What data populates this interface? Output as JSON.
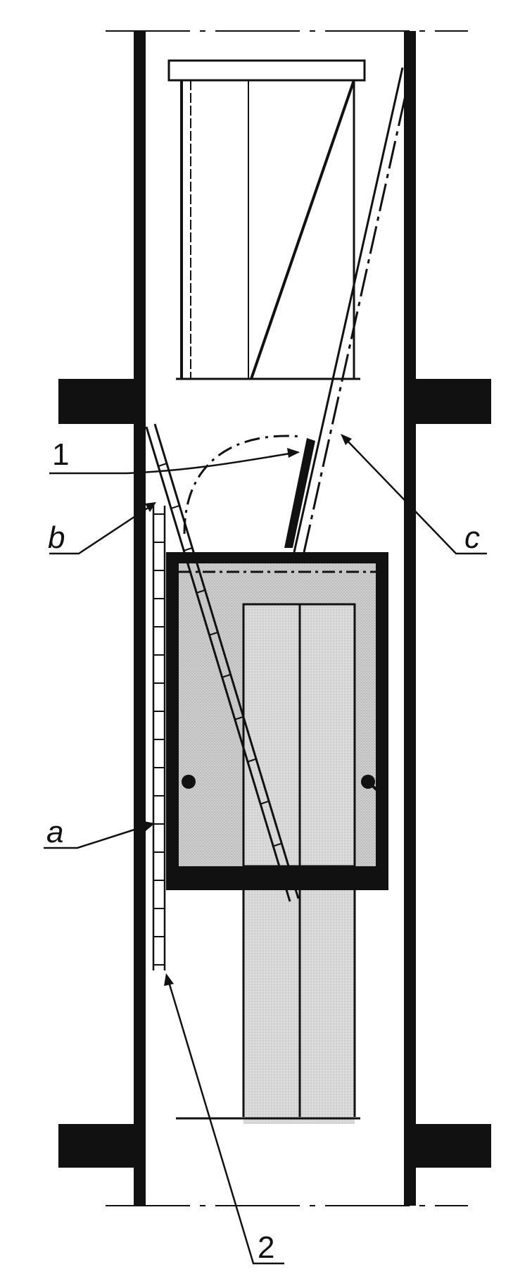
{
  "labels": {
    "num_1": "1",
    "num_2": "2",
    "letter_a": "a",
    "letter_b": "b",
    "letter_c": "c"
  },
  "colors": {
    "ink": "#111111",
    "shaft_wall": "#111111",
    "slab": "#111111",
    "car_frame": "#1a1a1a",
    "car_fill": "#c9c9c9",
    "door_fill": "#d4d4d4",
    "paper": "#ffffff"
  }
}
